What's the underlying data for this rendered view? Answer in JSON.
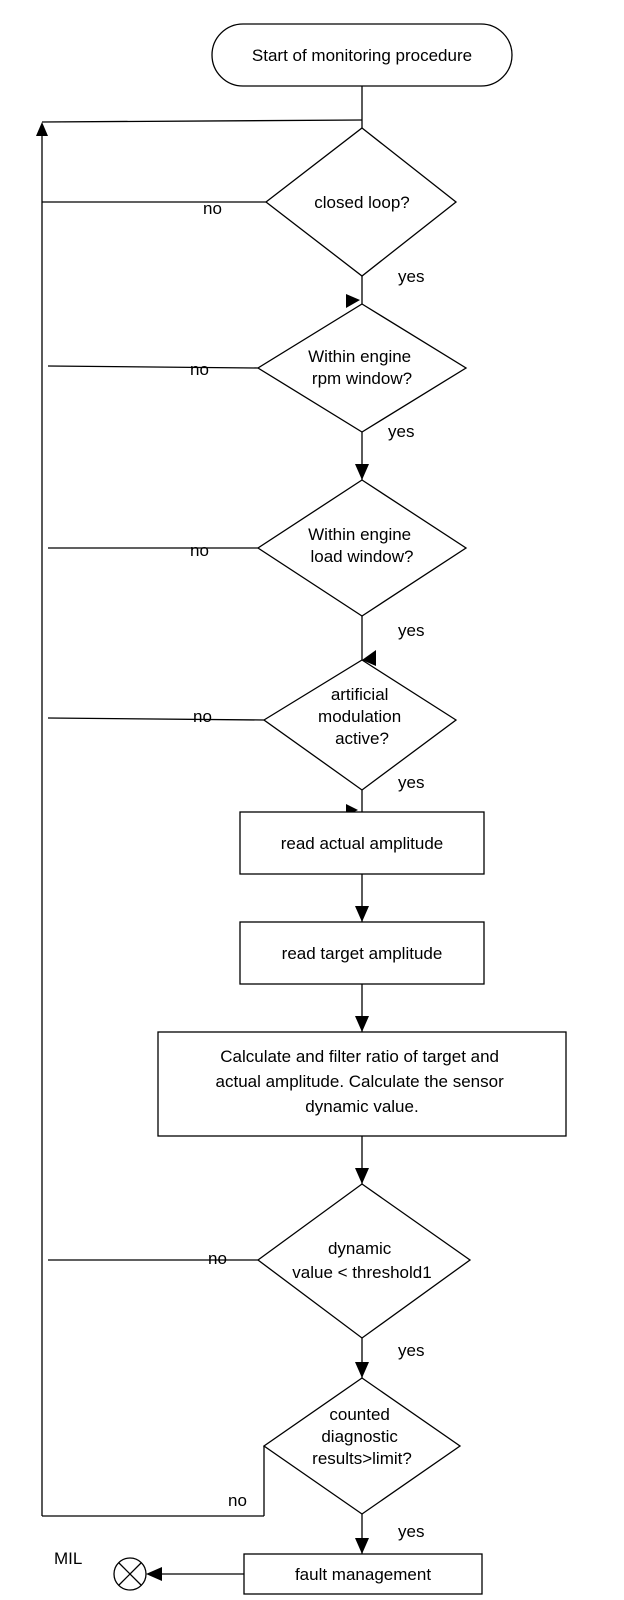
{
  "flowchart": {
    "start": "Start of monitoring procedure",
    "decisions": {
      "closed_loop": [
        "closed loop?"
      ],
      "rpm_window": [
        "Within engine",
        "rpm window?"
      ],
      "load_window": [
        "Within engine",
        "load window?"
      ],
      "artificial_modulation": [
        "artificial",
        "modulation",
        "active?"
      ],
      "dynamic_threshold": [
        "dynamic",
        "value < threshold1"
      ],
      "counted_results": [
        "counted",
        "diagnostic",
        "results>limit?"
      ]
    },
    "processes": {
      "read_actual": [
        "read actual amplitude"
      ],
      "read_target": [
        "read target amplitude"
      ],
      "calculate": [
        "Calculate and filter ratio of  target  and",
        "actual amplitude. Calculate the sensor",
        "dynamic value."
      ],
      "fault": [
        "fault management"
      ]
    },
    "labels": {
      "yes": "yes",
      "no": "no",
      "mil": "MIL"
    }
  }
}
